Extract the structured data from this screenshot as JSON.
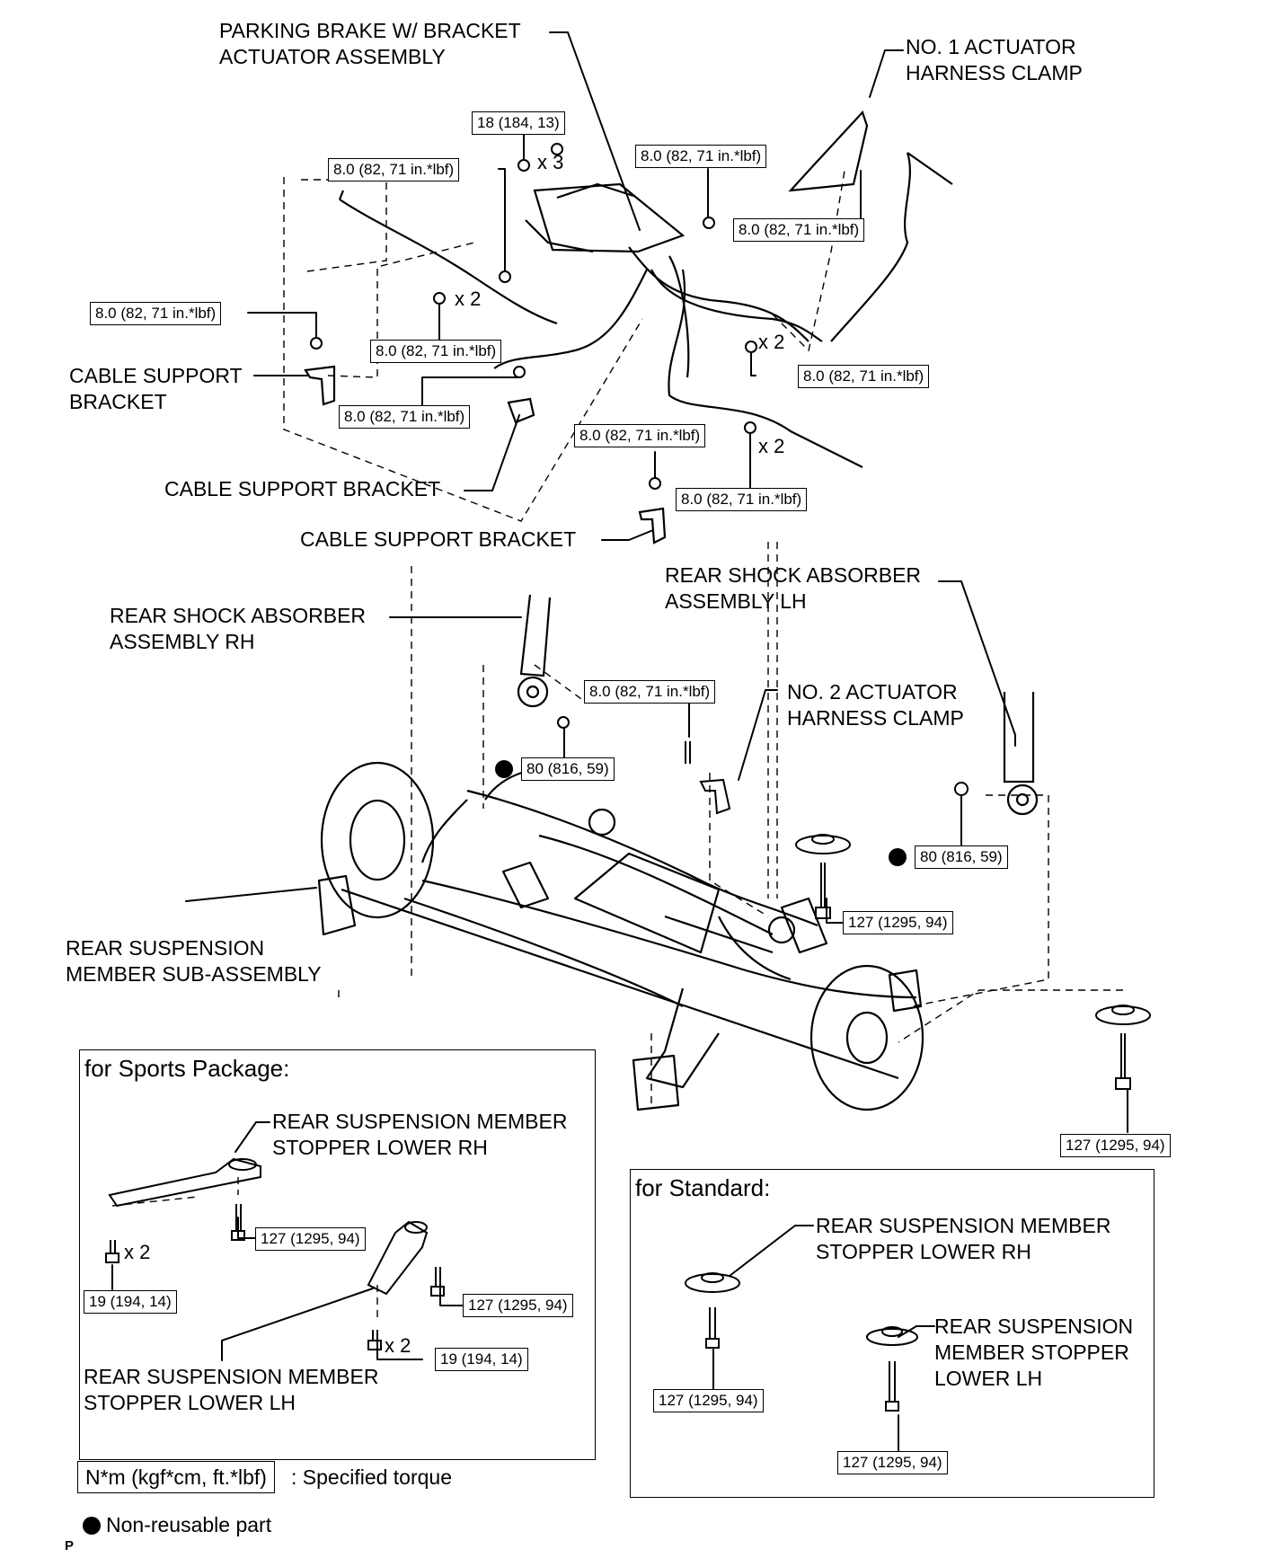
{
  "labels": {
    "parking_brake_1": "PARKING BRAKE W/ BRACKET",
    "parking_brake_2": "ACTUATOR ASSEMBLY",
    "clamp1_1": "NO. 1 ACTUATOR",
    "clamp1_2": "HARNESS CLAMP",
    "csb_left_1": "CABLE SUPPORT",
    "csb_left_2": "BRACKET",
    "csb_mid": "CABLE SUPPORT BRACKET",
    "csb_low": "CABLE SUPPORT BRACKET",
    "shock_rh_1": "REAR SHOCK ABSORBER",
    "shock_rh_2": "ASSEMBLY RH",
    "shock_lh_1": "REAR SHOCK ABSORBER",
    "shock_lh_2": "ASSEMBLY LH",
    "clamp2_1": "NO. 2 ACTUATOR",
    "clamp2_2": "HARNESS CLAMP",
    "member_1": "REAR SUSPENSION",
    "member_2": "MEMBER SUB-ASSEMBLY",
    "sp_rh_1": "REAR SUSPENSION MEMBER",
    "sp_rh_2": "STOPPER LOWER RH",
    "sp_lh_1": "REAR SUSPENSION MEMBER",
    "sp_lh_2": "STOPPER LOWER LH",
    "st_rh_1": "REAR SUSPENSION MEMBER",
    "st_rh_2": "STOPPER LOWER RH",
    "st_lh_1": "REAR SUSPENSION",
    "st_lh_2": "MEMBER STOPPER",
    "st_lh_3": "LOWER LH"
  },
  "torques": {
    "t18": "18 (184, 13)",
    "t8": "8.0 (82, 71 in.*lbf)",
    "t80": "80 (816, 59)",
    "t127": "127 (1295, 94)",
    "t19": "19 (194, 14)"
  },
  "counts": {
    "x2": "x 2",
    "x3": "x 3"
  },
  "boxes": {
    "sports_title": "for Sports Package:",
    "standard_title": "for Standard:"
  },
  "legend": {
    "torque_unit": "N*m (kgf*cm, ft.*lbf)",
    "torque_desc": ": Specified torque",
    "nonreusable": "Non-reusable part"
  },
  "corner_mark": "P"
}
